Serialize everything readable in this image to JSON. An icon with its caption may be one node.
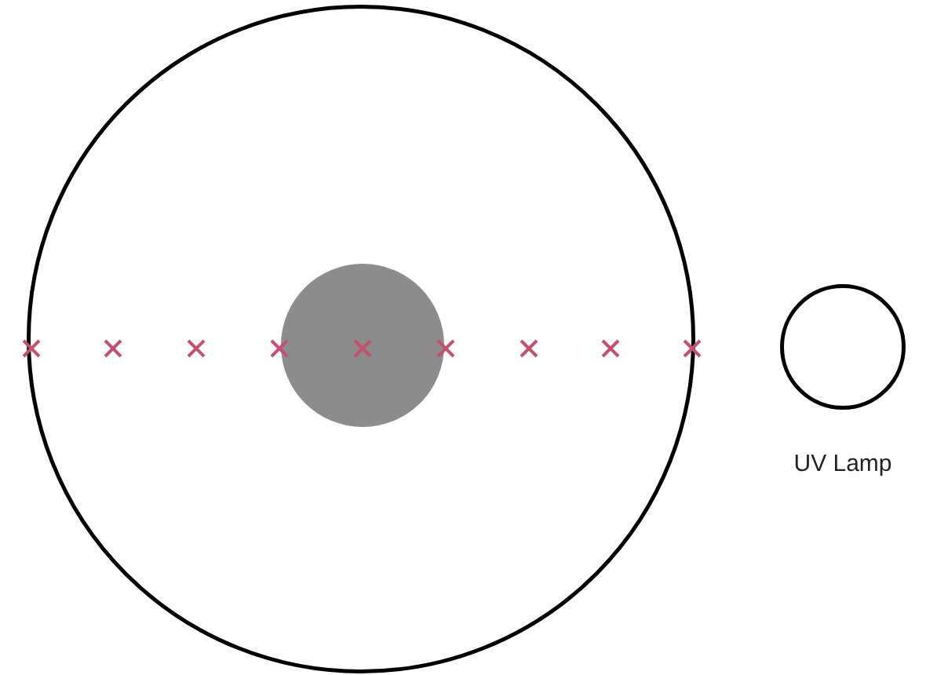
{
  "diagram": {
    "nodes": [
      {
        "text": [],
        "shape": "circle"
      },
      {
        "text": [],
        "shape": "circle",
        "in": 0
      },
      {
        "text": [],
        "shape": "circle",
        "beside": [
          "UV Lamp"
        ]
      }
    ]
  }
}
